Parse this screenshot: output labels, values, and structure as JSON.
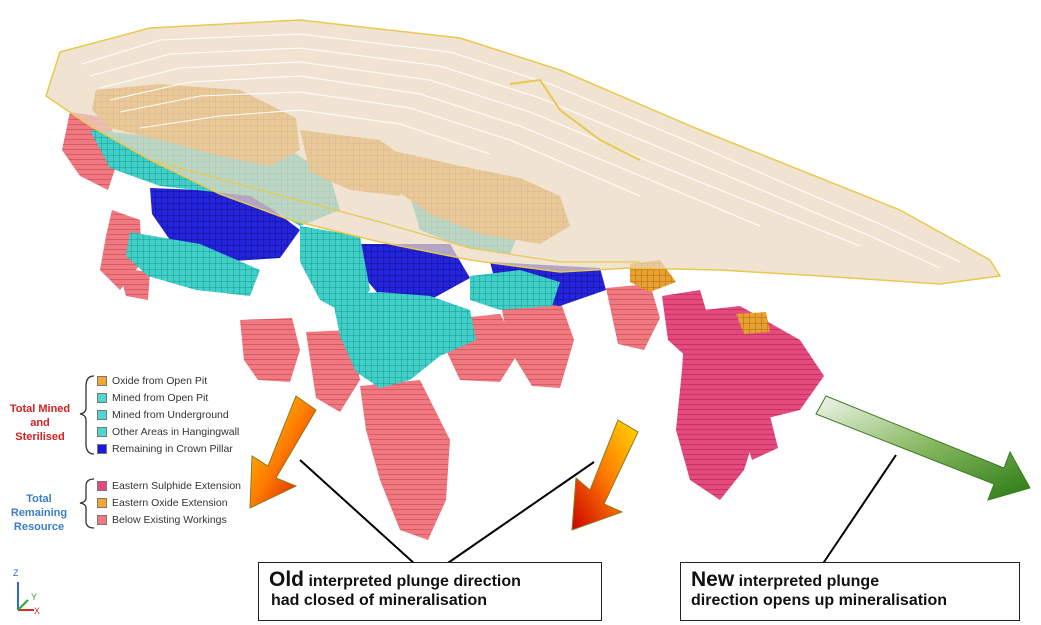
{
  "legend": {
    "mined_group_label": "Total Mined and Sterilised",
    "remaining_group_label": "Total Remaining Resource",
    "mined_items": [
      {
        "label": "Oxide from Open Pit",
        "color": "#f0a830"
      },
      {
        "label": "Mined from Open Pit",
        "color": "#4fd8d0"
      },
      {
        "label": "Mined from Underground",
        "color": "#4fd8d0"
      },
      {
        "label": "Other Areas in Hangingwall",
        "color": "#4fd8d0"
      },
      {
        "label": "Remaining in Crown Pillar",
        "color": "#1a1adc"
      }
    ],
    "remaining_items": [
      {
        "label": "Eastern Sulphide Extension",
        "color": "#e8467a"
      },
      {
        "label": "Eastern Oxide Extension",
        "color": "#f0a830"
      },
      {
        "label": "Below Existing Workings",
        "color": "#f07880"
      }
    ]
  },
  "callouts": {
    "old": {
      "lead": "Old",
      "rest": " interpreted plunge direction",
      "line2": "had closed of mineralisation"
    },
    "new": {
      "lead": "New",
      "rest": " interpreted plunge",
      "line2": "direction opens up mineralisation"
    }
  },
  "axis": {
    "z": "Z",
    "y": "Y",
    "x": "X"
  },
  "colors": {
    "oxide": "#e8a030",
    "cyan": "#40d0c8",
    "blue": "#2020d8",
    "pink": "#e04a78",
    "salmon": "#f07880",
    "pit": "#ead8c0",
    "mined_label": "#d42020",
    "remaining_label": "#3a7ec8"
  }
}
